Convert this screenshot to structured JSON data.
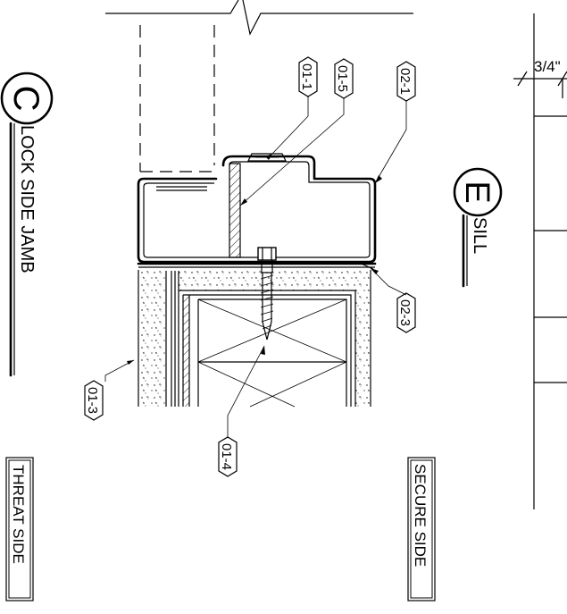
{
  "details": {
    "c": {
      "marker": "C",
      "title": "LOCK SIDE JAMB"
    },
    "e": {
      "marker": "E",
      "title": "SILL",
      "dimension": "3/4\""
    }
  },
  "tags": {
    "t01_1": "01-1",
    "t01_5": "01-5",
    "t02_1": "02-1",
    "t02_3": "02-3",
    "t01_3": "01-3",
    "t01_4": "01-4"
  },
  "sides": {
    "threat": "THREAT SIDE",
    "secure": "SECURE SIDE"
  }
}
